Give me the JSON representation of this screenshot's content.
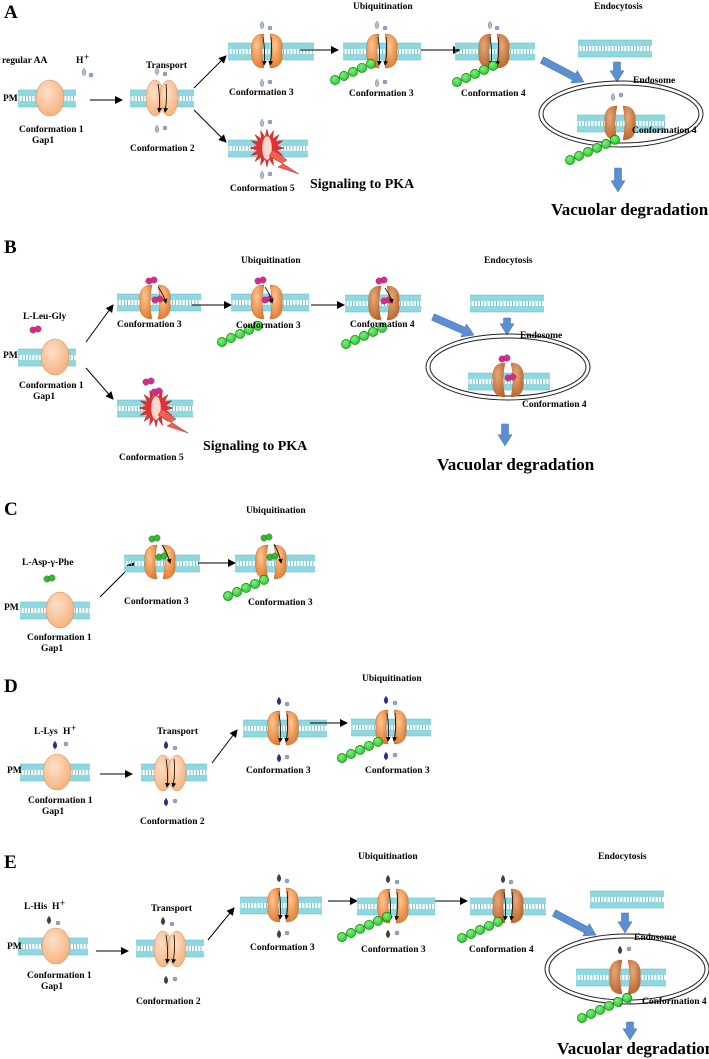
{
  "panels": {
    "A": {
      "letter": "A",
      "substrate": "regular AA",
      "proton": "H",
      "proton_sup": "+",
      "pm": "PM",
      "conf1": "Conformation 1",
      "gap1": "Gap1",
      "transport": "Transport",
      "conf2": "Conformation 2",
      "conf3a": "Conformation 3",
      "ubiq": "Ubiquitination",
      "conf3b": "Conformation 3",
      "conf4": "Conformation 4",
      "endocytosis": "Endocytosis",
      "endosome": "Endosome",
      "conf4b": "Conformation 4",
      "conf5": "Conformation 5",
      "signaling": "Signaling to PKA",
      "vacuolar": "Vacuolar degradation"
    },
    "B": {
      "letter": "B",
      "substrate": "L-Leu-Gly",
      "pm": "PM",
      "conf1": "Conformation 1",
      "gap1": "Gap1",
      "conf3a": "Conformation 3",
      "ubiq": "Ubiquitination",
      "conf3b": "Conformation 3",
      "conf4": "Conformation 4",
      "endocytosis": "Endocytosis",
      "endosome": "Endosome",
      "conf4b": "Conformation 4",
      "conf5": "Conformation 5",
      "signaling": "Signaling to PKA",
      "vacuolar": "Vacuolar degradation"
    },
    "C": {
      "letter": "C",
      "substrate": "L-Asp-γ-Phe",
      "pm": "PM",
      "conf1": "Conformation 1",
      "gap1": "Gap1",
      "conf3a": "Conformation 3",
      "ubiq": "Ubiquitination",
      "conf3b": "Conformation 3"
    },
    "D": {
      "letter": "D",
      "substrate": "L-Lys",
      "proton": "H",
      "proton_sup": "+",
      "pm": "PM",
      "conf1": "Conformation 1",
      "gap1": "Gap1",
      "transport": "Transport",
      "conf2": "Conformation 2",
      "conf3a": "Conformation 3",
      "ubiq": "Ubiquitination",
      "conf3b": "Conformation 3"
    },
    "E": {
      "letter": "E",
      "substrate": "L-His",
      "proton": "H",
      "proton_sup": "+",
      "pm": "PM",
      "conf1": "Conformation 1",
      "gap1": "Gap1",
      "transport": "Transport",
      "conf2": "Conformation 2",
      "conf3a": "Conformation 3",
      "ubiq": "Ubiquitination",
      "conf3b": "Conformation 3",
      "conf4": "Conformation 4",
      "endocytosis": "Endocytosis",
      "endosome": "Endosome",
      "conf4b": "Conformation 4",
      "vacuolar": "Vacuolar degradation"
    }
  },
  "colors": {
    "membrane": "#8fd8e0",
    "membrane_dark": "#5fb8c4",
    "transporter": "#f5b07a",
    "transporter_dark": "#e07a2e",
    "transporter_c4": "#d4864c",
    "ubiquitin": "#22cc22",
    "arrow_blue": "#5b8fd0",
    "signal_red": "#e83030",
    "spark": "#f06050",
    "regular_aa": "#b0bcd8",
    "leu_gly": "#e0288c",
    "asp_phe": "#2ebd2e",
    "lys": "#2a2aa0",
    "his": "#404040"
  },
  "icons": {
    "membrane": "lipid-bilayer-icon",
    "transporter": "gap1-transporter-icon",
    "ubiquitin": "ubiquitin-chain-icon",
    "signal": "lightning-bolt-icon",
    "endosome": "endosome-vesicle-icon"
  }
}
